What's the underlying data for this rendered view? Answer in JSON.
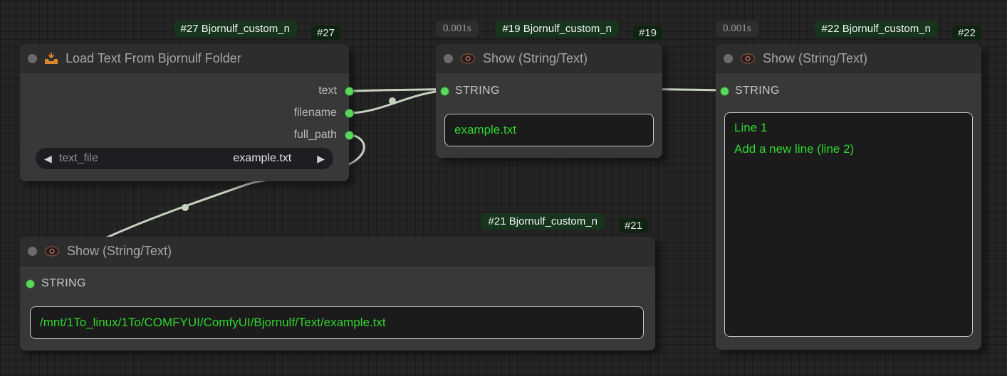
{
  "colors": {
    "link": "#c6d2c0",
    "slot_green": "#5bd75b",
    "value_green": "#2fd62f",
    "badge_green_bg": "#16351c",
    "badge_id_bg": "#0e2410"
  },
  "nodes": {
    "load_text": {
      "badge_name": "#27 Bjornulf_custom_n",
      "badge_id": "#27",
      "title": "Load Text From Bjornulf Folder",
      "icon": "inbox-tray-icon",
      "outputs": [
        "text",
        "filename",
        "full_path"
      ],
      "widget": {
        "name": "text_file",
        "value": "example.txt",
        "prev": "◀",
        "next": "▶"
      }
    },
    "show_filename": {
      "badge_time": "0.001s",
      "badge_name": "#19 Bjornulf_custom_n",
      "badge_id": "#19",
      "title": "Show (String/Text)",
      "icon": "eye-icon",
      "input": "STRING",
      "value": "example.txt"
    },
    "show_text": {
      "badge_time": "0.001s",
      "badge_name": "#22 Bjornulf_custom_n",
      "badge_id": "#22",
      "title": "Show (String/Text)",
      "icon": "eye-icon",
      "input": "STRING",
      "lines": [
        "Line 1",
        "Add a new line (line 2)"
      ]
    },
    "show_path": {
      "badge_name": "#21 Bjornulf_custom_n",
      "badge_id": "#21",
      "title": "Show (String/Text)",
      "icon": "eye-icon",
      "input": "STRING",
      "value": "/mnt/1To_linux/1To/COMFYUI/ComfyUI/Bjornulf/Text/example.txt"
    }
  }
}
